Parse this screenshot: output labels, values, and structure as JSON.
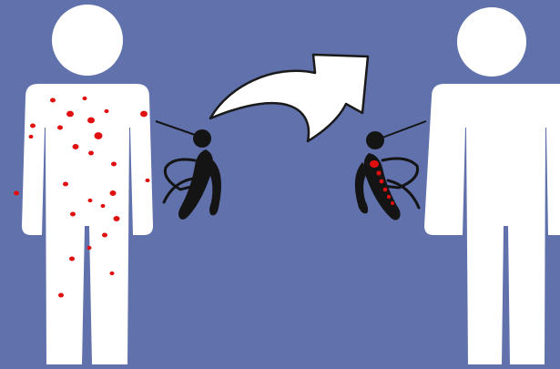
{
  "scene": {
    "background_color": "#6071AC",
    "figure_color": "#FFFFFF",
    "spot_color": "#E01010",
    "mosquito_color": "#141414",
    "arrow_fill": "#FFFFFF",
    "arrow_outline": "#1A1A1A"
  },
  "left_person": {
    "name": "infected-person",
    "state": "infected",
    "spots": 26
  },
  "right_person": {
    "name": "healthy-person",
    "state": "healthy",
    "spots": 0
  },
  "left_mosquito": {
    "facing": "left",
    "carrying_blood": false
  },
  "right_mosquito": {
    "facing": "right",
    "carrying_blood": true
  },
  "transfer_arrow": {
    "direction": "left-to-right"
  }
}
